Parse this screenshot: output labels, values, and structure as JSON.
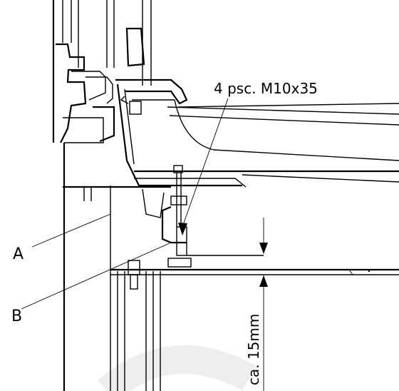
{
  "diagram": {
    "callout_bolts": "4 psc. M10x35",
    "label_a": "A",
    "label_b": "B",
    "dimension": "ca. 15mm",
    "colors": {
      "ink": "#000000",
      "paper": "#ffffff",
      "watermark": "#eeeeee"
    }
  }
}
